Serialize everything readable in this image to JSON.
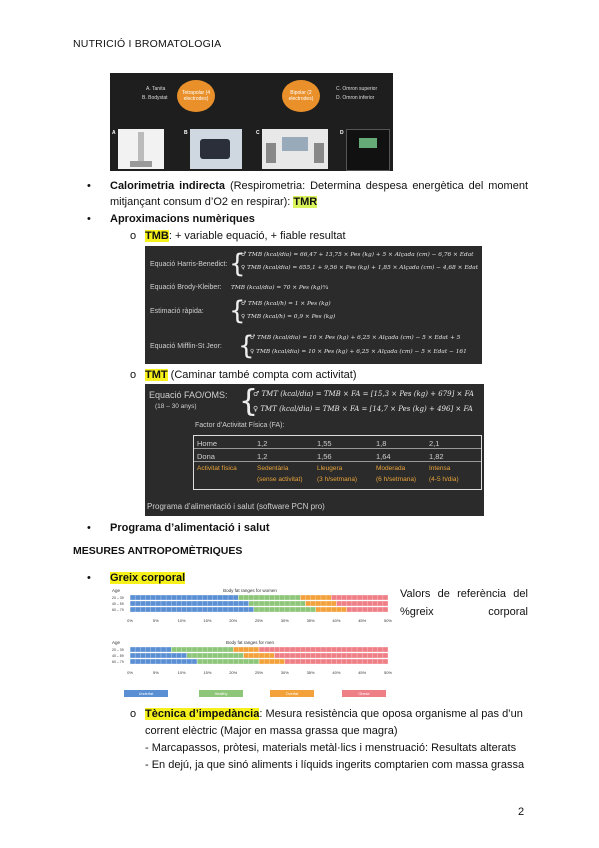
{
  "header": "NUTRICIÓ I BROMATOLOGIA",
  "page_number": "2",
  "top_figure": {
    "left_labels": [
      "A. Tanita",
      "B. Bodystat"
    ],
    "left_pill": "Tetrapolar (4 electrodes)",
    "right_pill": "Bipolar (2 electrodes)",
    "right_labels": [
      "C. Omron superior",
      "D. Omron inferior"
    ],
    "device_letters": [
      "A",
      "B",
      "C",
      "D"
    ]
  },
  "bullets": {
    "calorimetria_title": "Calorimetria indirecta",
    "calorimetria_text": " (Respirometria: Determina despesa energètica del moment mitjançant consum d’O2 en respirar): ",
    "calorimetria_tag": "TMR",
    "aproximacions": "Aproximacions numèriques",
    "tmb_tag": "TMB",
    "tmb_text": ": + variable equació, + fiable resultat",
    "tmt_tag": "TMT",
    "tmt_text": " (Caminar també compta com activitat)",
    "programa": "Programa d’alimentació i salut"
  },
  "tmb_box": {
    "rows": [
      {
        "label": "Equació Harris-Benedict:",
        "formulas": [
          "♂  TMB (kcal/dia) = 66,47 + 13,75 × Pes (kg) + 5 × Alçada (cm) − 6,76 × Edat",
          "♀  TMB (kcal/dia) = 655,1 + 9,56 × Pes (kg) + 1,85 × Alçada (cm) − 4,68 × Edat"
        ]
      },
      {
        "label": "Equació Brody-Kleiber:",
        "formulas": [
          "TMB (kcal/dia) = 70 × Pes (kg)³⁄₄"
        ]
      },
      {
        "label": "Estimació ràpida:",
        "formulas": [
          "♂  TMB (kcal/h) = 1 × Pes (kg)",
          "♀  TMB (kcal/h) = 0,9 × Pes (kg)"
        ]
      },
      {
        "label": "Equació Mifflin-St Jeor:",
        "formulas": [
          "♂  TMB (kcal/dia) = 10 × Pes (kg) + 6,25 × Alçada (cm) − 5 × Edat + 5",
          "♀  TMB (kcal/dia) = 10 × Pes (kg) + 6,25 × Alçada (cm) − 5 × Edat − 161"
        ]
      }
    ]
  },
  "tmt_box": {
    "title": "Equació FAO/OMS:",
    "subtitle": "(18 – 30 anys)",
    "formula_m": "♂  TMT (kcal/dia) = TMB × FA = [15,3 × Pes (kg) + 679] × FA",
    "formula_f": "♀  TMT (kcal/dia) = TMB × FA = [14,7 × Pes (kg) + 496] × FA",
    "table_title": "Factor d’Activitat Física (FA):",
    "table": [
      [
        "Home",
        "1,2",
        "1,55",
        "1,8",
        "2,1"
      ],
      [
        "Dona",
        "1,2",
        "1,56",
        "1,64",
        "1,82"
      ],
      [
        "Activitat física",
        "Sedentària",
        "Lleugera",
        "Moderada",
        "Intensa"
      ],
      [
        "",
        "(sense activitat)",
        "(3 h/setmana)",
        "(6 h/setmana)",
        "(4-5 h/dia)"
      ]
    ],
    "footer": "Programa d’alimentació i salut (software PCN pro)"
  },
  "section_title": "MESURES ANTROPOMÈTRIQUES",
  "greix": {
    "title": "Greix corporal",
    "side_text": "Valors de referència del %greix corporal",
    "chart_women_title": "Body fat ranges for women",
    "chart_men_title": "Body fat ranges for men",
    "age_label": "Age",
    "age_rows": [
      "20 – 39",
      "40 – 59",
      "60 – 79"
    ],
    "x_ticks": [
      "0%",
      "5%",
      "10%",
      "15%",
      "20%",
      "25%",
      "30%",
      "35%",
      "40%",
      "45%",
      "50%"
    ],
    "legend": [
      "Underfat",
      "Healthy",
      "Overfat",
      "Obese"
    ],
    "colors": {
      "underfat": "#5b8fd4",
      "healthy": "#8dc679",
      "overfat": "#f2a13b",
      "obese": "#ef7f86"
    }
  },
  "chart_data": [
    {
      "type": "bar",
      "title": "Body fat ranges for women",
      "categories": [
        "20 – 39",
        "40 – 59",
        "60 – 79"
      ],
      "xlim": [
        0,
        50
      ],
      "series": [
        {
          "name": "Underfat",
          "values": [
            [
              0,
              21
            ],
            [
              0,
              23
            ],
            [
              0,
              24
            ]
          ]
        },
        {
          "name": "Healthy",
          "values": [
            [
              21,
              33
            ],
            [
              23,
              34
            ],
            [
              24,
              36
            ]
          ]
        },
        {
          "name": "Overfat",
          "values": [
            [
              33,
              39
            ],
            [
              34,
              40
            ],
            [
              36,
              42
            ]
          ]
        },
        {
          "name": "Obese",
          "values": [
            [
              39,
              50
            ],
            [
              40,
              50
            ],
            [
              42,
              50
            ]
          ]
        }
      ]
    },
    {
      "type": "bar",
      "title": "Body fat ranges for men",
      "categories": [
        "20 – 39",
        "40 – 59",
        "60 – 79"
      ],
      "xlim": [
        0,
        50
      ],
      "series": [
        {
          "name": "Underfat",
          "values": [
            [
              0,
              8
            ],
            [
              0,
              11
            ],
            [
              0,
              13
            ]
          ]
        },
        {
          "name": "Healthy",
          "values": [
            [
              8,
              20
            ],
            [
              11,
              22
            ],
            [
              13,
              25
            ]
          ]
        },
        {
          "name": "Overfat",
          "values": [
            [
              20,
              25
            ],
            [
              22,
              28
            ],
            [
              25,
              30
            ]
          ]
        },
        {
          "name": "Obese",
          "values": [
            [
              25,
              50
            ],
            [
              28,
              50
            ],
            [
              30,
              50
            ]
          ]
        }
      ]
    }
  ],
  "impedancia": {
    "title": "Tècnica d’impedància",
    "text1": ": Mesura resistència que oposa organisme al pas d’un",
    "text2": "corrent elèctric (Major en massa grassa que magra)",
    "text3": "- Marcapassos, pròtesi, materials metàl·lics i menstruació: Resultats alterats",
    "text4": "- En dejú, ja que sinó aliments i líquids ingerits comptarien com massa grassa"
  }
}
